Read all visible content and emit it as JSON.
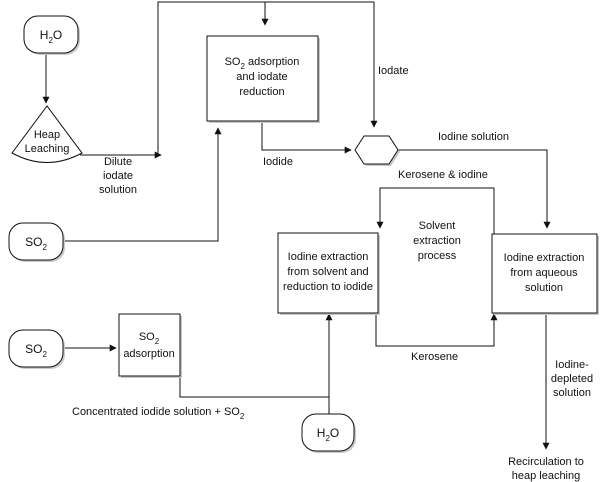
{
  "nodes": {
    "h2o_top": {
      "base": "H",
      "sub": "2",
      "rest": "O"
    },
    "heap_leaching": {
      "line1": "Heap",
      "line2": "Leaching"
    },
    "so2_adsorb_reduction": {
      "pre": "SO",
      "sub": "2",
      "post": " adsorption",
      "line2": "and iodate",
      "line3": "reduction"
    },
    "so2_left": {
      "base": "SO",
      "sub": "2"
    },
    "so2_bottom": {
      "base": "SO",
      "sub": "2"
    },
    "so2_adsorption": {
      "base": "SO",
      "sub": "2",
      "line2": "adsorption"
    },
    "iodine_from_solvent": {
      "line1": "Iodine extraction",
      "line2": "from solvent and",
      "line3": "reduction to iodide"
    },
    "iodine_from_aqueous": {
      "line1": "Iodine extraction",
      "line2": "from aqueous",
      "line3": "solution"
    },
    "h2o_bottom": {
      "base": "H",
      "sub": "2",
      "rest": "O"
    }
  },
  "labels": {
    "iodate": "Iodate",
    "dilute": {
      "line1": "Dilute",
      "line2": "iodate",
      "line3": "solution"
    },
    "iodide": "Iodide",
    "iodine_solution": "Iodine solution",
    "kerosene_iodine": "Kerosene & iodine",
    "solvent_process": {
      "line1": "Solvent",
      "line2": "extraction",
      "line3": "process"
    },
    "kerosene": "Kerosene",
    "concentrated": {
      "text": "Concentrated iodide solution + SO",
      "sub": "2"
    },
    "iodine_depleted": {
      "line1": "Iodine-",
      "line2": "depleted",
      "line3": "solution"
    },
    "recirculation": {
      "line1": "Recirculation to",
      "line2": "heap leaching"
    }
  }
}
